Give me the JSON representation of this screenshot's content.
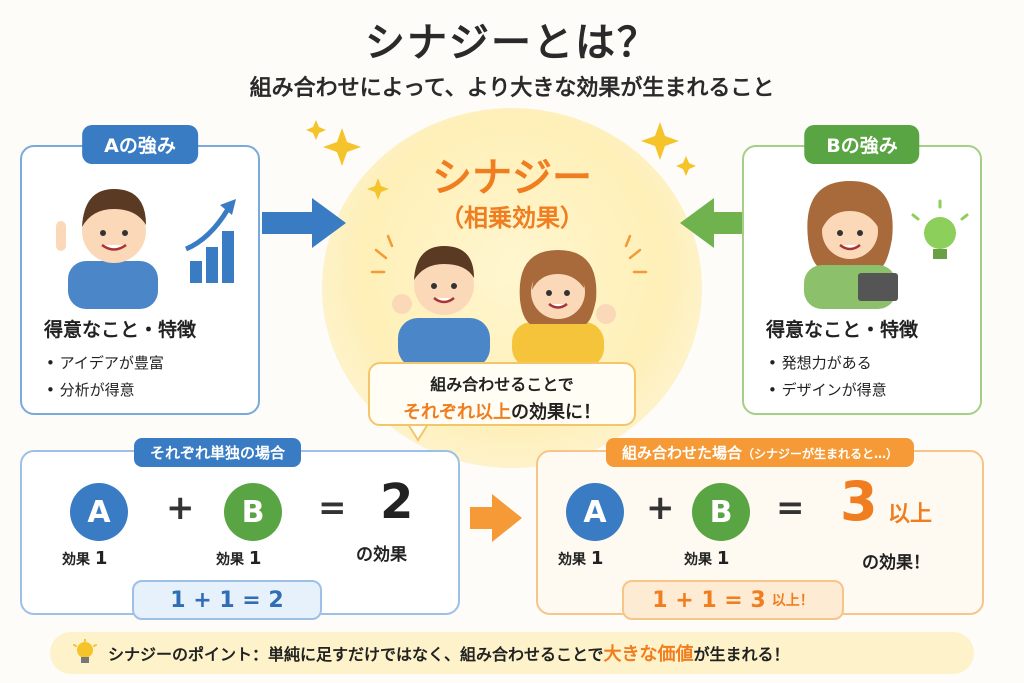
{
  "title": "シナジーとは？",
  "subtitle": "組み合わせによって、より大きな効果が生まれること",
  "card_a": {
    "tag": "Aの強み",
    "heading": "得意なこと・特徴",
    "items": [
      "アイデアが豊富",
      "分析が得意"
    ]
  },
  "card_b": {
    "tag": "Bの強み",
    "heading": "得意なこと・特徴",
    "items": [
      "発想力がある",
      "デザインが得意"
    ]
  },
  "center": {
    "title": "シナジー",
    "subtitle": "（相乗効果）",
    "bubble_line1": "組み合わせることで",
    "bubble_line2_highlight": "それぞれ以上",
    "bubble_line2_rest": "の効果に！"
  },
  "left_panel": {
    "tag": "それぞれ単独の場合",
    "a_label": "A",
    "b_label": "B",
    "a_effect_prefix": "効果",
    "a_effect_value": "1",
    "b_effect_prefix": "効果",
    "b_effect_value": "1",
    "plus": "+",
    "equals": "=",
    "result": "2",
    "result_suffix": "の効果",
    "calc": "1 + 1 = 2"
  },
  "right_panel": {
    "tag_main": "組み合わせた場合",
    "tag_small": "（シナジーが生まれると…）",
    "a_label": "A",
    "b_label": "B",
    "a_effect_prefix": "効果",
    "a_effect_value": "1",
    "b_effect_prefix": "効果",
    "b_effect_value": "1",
    "plus": "+",
    "equals": "=",
    "result": "3",
    "result_unit": "以上",
    "result_suffix": "の効果！",
    "calc_main": "1 + 1 = 3",
    "calc_small": "以上！"
  },
  "point": {
    "prefix": "シナジーのポイント：単純に足すだけではなく、組み合わせることで",
    "highlight": "大きな価値",
    "suffix": "が生まれる！"
  },
  "colors": {
    "blue": "#3a7cc4",
    "green": "#5aa543",
    "orange": "#f07d1f",
    "yellow": "#fdf2c9"
  },
  "icons": [
    "bar-chart-up-icon",
    "lightbulb-icon",
    "sparkle-icon",
    "arrow-right-icon",
    "arrow-left-icon"
  ]
}
